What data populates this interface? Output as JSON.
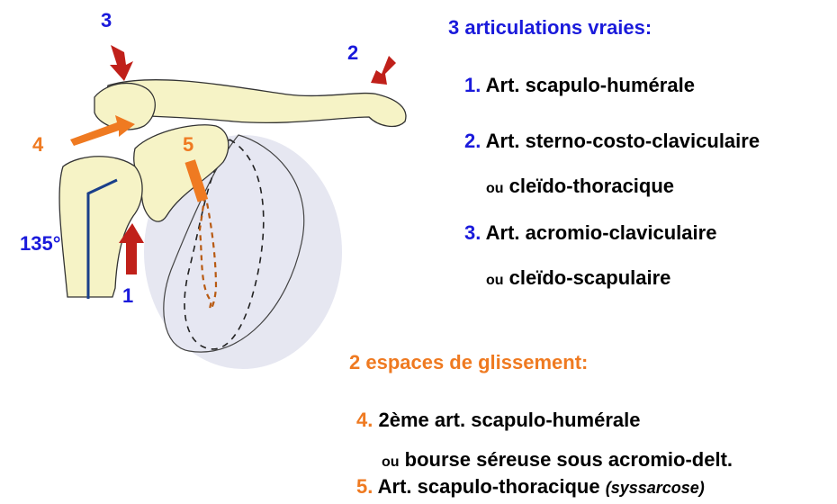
{
  "colors": {
    "blue": "#1a1adb",
    "orange": "#ef7a21",
    "arrow_red": "#c0201a",
    "bone": "#f6f3c6",
    "scapula_shade": "#e3e4f0"
  },
  "figure": {
    "labels": {
      "n3": "3",
      "n2": "2",
      "n4": "4",
      "n5": "5",
      "n1": "1",
      "angle": "135°"
    }
  },
  "section1": {
    "title": "3 articulations vraies:",
    "items": [
      {
        "num": "1.",
        "text": "Art. scapulo-humérale"
      },
      {
        "num": "2.",
        "text": "Art. sterno-costo-claviculaire",
        "sub_ou": "ou",
        "sub_text": "cleïdo-thoracique"
      },
      {
        "num": "3.",
        "text": "Art. acromio-claviculaire",
        "sub_ou": "ou",
        "sub_text": "cleïdo-scapulaire"
      }
    ]
  },
  "section2": {
    "title": "2 espaces de glissement:",
    "items": [
      {
        "num": "4.",
        "text": "2ème art. scapulo-humérale",
        "sub_ou": "ou",
        "sub_text": "bourse séreuse sous acromio-delt."
      },
      {
        "num": "5.",
        "text": "Art. scapulo-thoracique",
        "italic": "(syssarcose)"
      }
    ]
  }
}
